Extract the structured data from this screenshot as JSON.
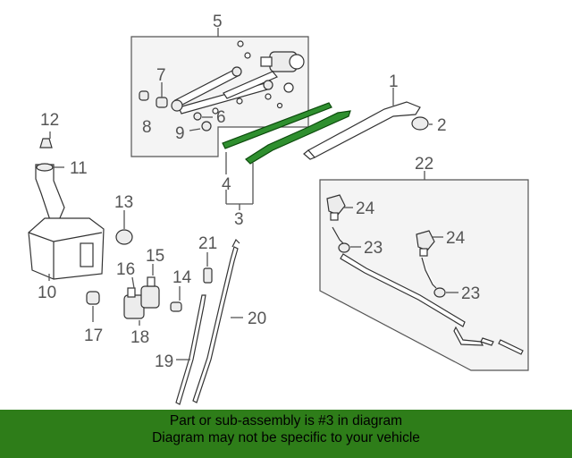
{
  "callouts": {
    "c1": "1",
    "c2": "2",
    "c3": "3",
    "c4": "4",
    "c5": "5",
    "c6": "6",
    "c7": "7",
    "c8": "8",
    "c9": "9",
    "c10": "10",
    "c11": "11",
    "c12": "12",
    "c13": "13",
    "c14": "14",
    "c15": "15",
    "c16": "16",
    "c17": "17",
    "c18": "18",
    "c19": "19",
    "c20": "20",
    "c21": "21",
    "c22": "22",
    "c23a": "23",
    "c23b": "23",
    "c24a": "24",
    "c24b": "24"
  },
  "banner": {
    "line1": "Part or sub-assembly is #3 in diagram",
    "line2": "Diagram may not be specific to your vehicle"
  },
  "colors": {
    "highlight": "#2f8f2f",
    "banner": "#2e7d19"
  }
}
